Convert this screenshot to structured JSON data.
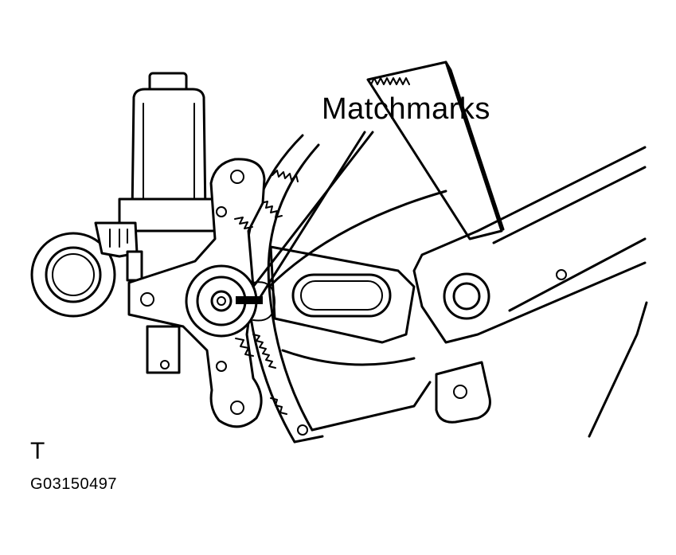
{
  "callout": {
    "text": "Matchmarks"
  },
  "view_letter": "T",
  "figure_code": "G03150497"
}
